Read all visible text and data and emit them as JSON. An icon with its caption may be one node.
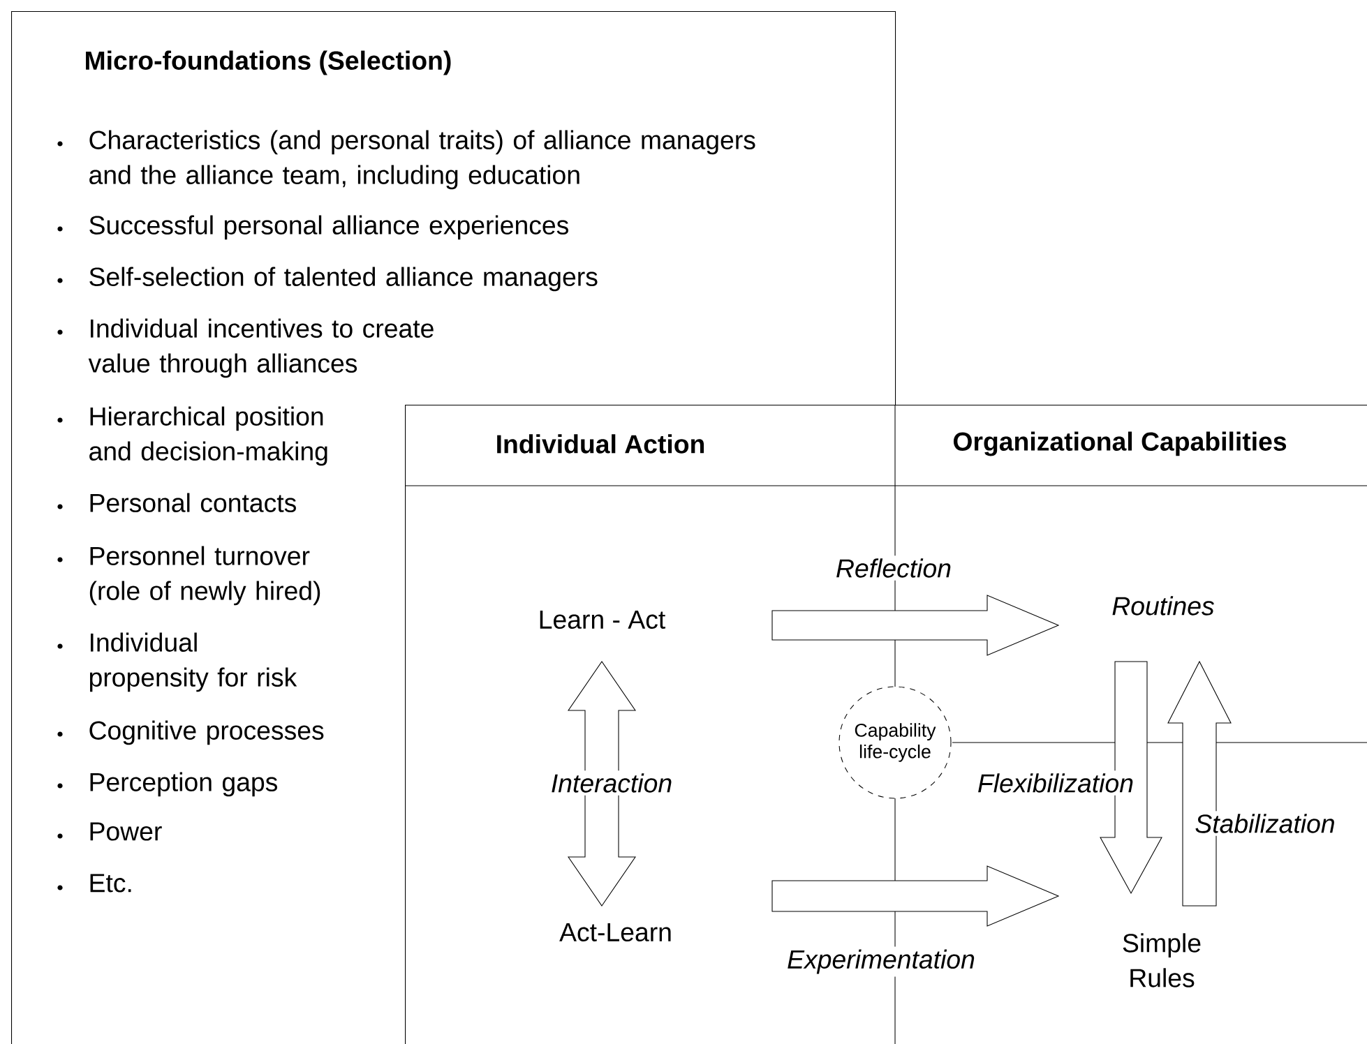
{
  "diagram": {
    "nodes": [
      {
        "text": [
          "Micro-foundations (Selection)",
          "Characteristics (and personal traits) of alliance managers and the alliance team, including education",
          "Successful personal alliance experiences",
          "Self-selection of talented alliance managers",
          "Individual incentives to create value through alliances",
          "Hierarchical position and decision-making",
          "Personal contacts",
          "Personnel turnover (role of newly hired)",
          "Individual propensity for risk",
          "Cognitive processes",
          "Perception gaps",
          "Power",
          "Etc."
        ]
      },
      {
        "text": [
          "Individual Action",
          "Organizational Capabilities"
        ]
      },
      {
        "text": [
          "Learn - Act"
        ]
      },
      {
        "text": [
          "Routines"
        ],
        "in": 1
      },
      {
        "text": [
          "Capability life-cycle"
        ],
        "in": 1
      },
      {
        "text": [
          "Act-Learn"
        ]
      },
      {
        "text": [
          "Simple Rules"
        ],
        "in": 1
      }
    ],
    "edges": [
      {
        "from": 5,
        "to": 2,
        "arrow": "both",
        "label": "Interaction"
      },
      {
        "from": 2,
        "to": 3,
        "arrow": "to",
        "label": "Reflection"
      },
      {
        "from": 5,
        "to": 6,
        "arrow": "to",
        "label": "Experimentation"
      },
      {
        "from": 3,
        "to": 6,
        "arrow": "to",
        "label": "Flexibilization"
      },
      {
        "from": 6,
        "to": 3,
        "arrow": "to",
        "label": "Stabilization"
      }
    ]
  }
}
